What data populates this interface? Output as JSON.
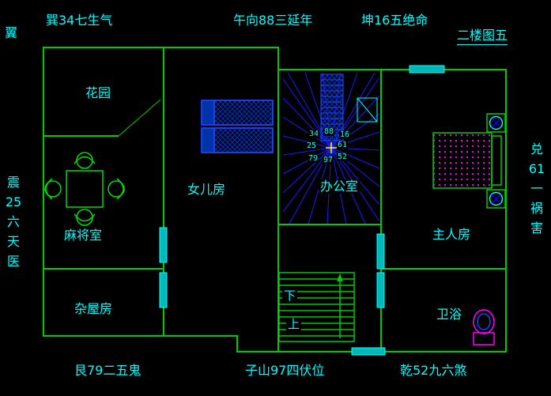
{
  "colors": {
    "background": "#000000",
    "wall_green": "#00cc00",
    "text_cyan": "#00ffff",
    "stair_ray_blue": "#1a1aff",
    "bed_blue": "#2244ff",
    "accent_magenta": "#ff00ff",
    "center_mark_yellow": "#ffff00"
  },
  "sheet": {
    "title": "二楼图五"
  },
  "compass_labels": {
    "top_left": "巽34七生气",
    "top_center": "午向88三延年",
    "top_right": "坤16五绝命",
    "corner_mark": "翼",
    "left_vertical": "震\n25\n六\n天\n医",
    "right_vertical": "兑\n61\n一\n祸\n害",
    "bottom_left": "艮79二五鬼",
    "bottom_center": "子山97四伏位",
    "bottom_right": "乾52九六煞"
  },
  "rooms": {
    "garden": "花园",
    "daughter_room": "女儿房",
    "office": "办公室",
    "mahjong_room": "麻将室",
    "master_room": "主人房",
    "storage_room": "杂屋房",
    "bathroom": "卫浴"
  },
  "stairs": {
    "down": "下",
    "up": "上"
  },
  "star_grid": {
    "top_left": "34",
    "top_center": "88",
    "top_right": "16",
    "mid_left": "25",
    "mid_right": "61",
    "bottom_left": "79",
    "bottom_center": "97",
    "bottom_right": "52"
  }
}
